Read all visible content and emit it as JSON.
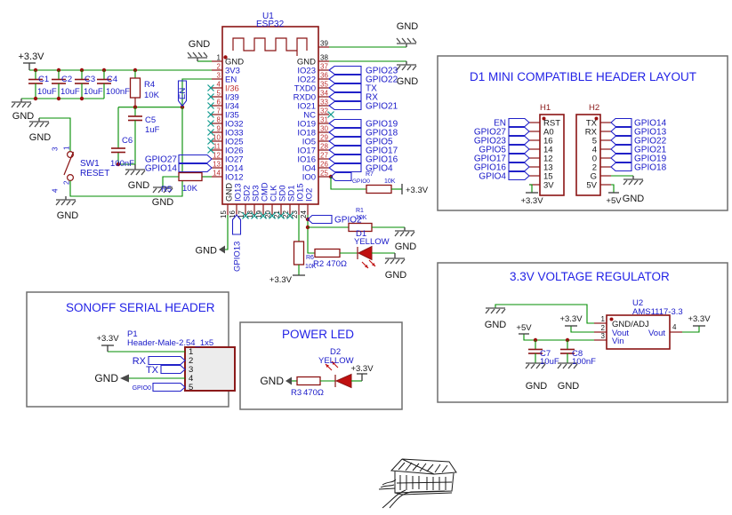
{
  "power": {
    "v33": "+3.3V",
    "v5": "+5V",
    "gnd": "GND"
  },
  "chip": {
    "ref": "U1",
    "value": "ESP32",
    "left": [
      [
        "1",
        "GND"
      ],
      [
        "2",
        "3V3"
      ],
      [
        "3",
        "EN"
      ],
      [
        "4",
        "I/36"
      ],
      [
        "5",
        "I/39"
      ],
      [
        "6",
        "I/34"
      ],
      [
        "7",
        "I/35"
      ],
      [
        "8",
        "IO32"
      ],
      [
        "9",
        "IO33"
      ],
      [
        "10",
        "IO25"
      ],
      [
        "11",
        "IO26"
      ],
      [
        "12",
        "IO27"
      ],
      [
        "13",
        "IO14"
      ],
      [
        "14",
        "IO12"
      ]
    ],
    "right": [
      [
        "39",
        ""
      ],
      [
        "38",
        "GND"
      ],
      [
        "37",
        "IO23"
      ],
      [
        "36",
        "IO22"
      ],
      [
        "35",
        "TXD0"
      ],
      [
        "34",
        "RXD0"
      ],
      [
        "33",
        "IO21"
      ],
      [
        "32",
        "NC"
      ],
      [
        "31",
        "IO19"
      ],
      [
        "30",
        "IO18"
      ],
      [
        "29",
        "IO5"
      ],
      [
        "28",
        "IO17"
      ],
      [
        "27",
        "IO16"
      ],
      [
        "26",
        "IO4"
      ],
      [
        "25",
        "IO0"
      ]
    ],
    "bottom": [
      [
        "15",
        "GND"
      ],
      [
        "16",
        "IO13"
      ],
      [
        "17",
        "SD2"
      ],
      [
        "18",
        "SD3"
      ],
      [
        "19",
        "CMD"
      ],
      [
        "20",
        "CLK"
      ],
      [
        "21",
        "SD0"
      ],
      [
        "22",
        "SD1"
      ],
      [
        "23",
        "IO15"
      ],
      [
        "24",
        "IO2"
      ]
    ]
  },
  "flags": {
    "en": "EN",
    "gpio27": "GPIO27",
    "gpio14": "GPIO14",
    "gpio13": "GPIO13",
    "gpio2": "GPIO2",
    "gpio0": "GPIO0",
    "right": [
      "GPIO23",
      "GPIO22",
      "TX",
      "RX",
      "GPIO21",
      "GPIO19",
      "GPIO18",
      "GPIO5",
      "GPIO17",
      "GPIO16",
      "GPIO4"
    ]
  },
  "parts": {
    "r1": [
      "R1",
      "10K"
    ],
    "r2": [
      "R2",
      "470Ω"
    ],
    "r3": [
      "R3",
      "470Ω"
    ],
    "r4": [
      "R4",
      "10K"
    ],
    "r5": [
      "R5",
      "10K"
    ],
    "r6": [
      "R6",
      "10K"
    ],
    "r7": [
      "R7",
      "10K"
    ],
    "c1": [
      "C1",
      "10uF"
    ],
    "c2": [
      "C2",
      "10uF"
    ],
    "c3": [
      "C3",
      "10uF"
    ],
    "c4": [
      "C4",
      "100nF"
    ],
    "c5": [
      "C5",
      "1uF"
    ],
    "c6": [
      "C6",
      "100nF"
    ],
    "c7": [
      "C7",
      "10uF"
    ],
    "c8": [
      "C8",
      "100nF"
    ],
    "sw1": [
      "SW1",
      "RESET"
    ],
    "sw1_pins": [
      "1",
      "2",
      "3",
      "4"
    ],
    "d1": [
      "D1",
      "YELLOW"
    ],
    "d2": [
      "D2",
      "YELLOW"
    ],
    "u2": [
      "U2",
      "AMS1117-3.3"
    ],
    "p1": [
      "P1",
      "Header-Male-2.54_1x5"
    ]
  },
  "d1mini": {
    "title": "D1 MINI COMPATIBLE HEADER LAYOUT",
    "h1": "H1",
    "h2": "H2",
    "h1_pins": [
      "RST",
      "A0",
      "16",
      "14",
      "12",
      "13",
      "15",
      "3V"
    ],
    "h1_flags": [
      "EN",
      "GPIO27",
      "GPIO23",
      "GPIO5",
      "GPIO17",
      "GPIO16",
      "GPIO4"
    ],
    "h2_pins": [
      "TX",
      "RX",
      "5",
      "4",
      "0",
      "2",
      "G",
      "5V"
    ],
    "h2_flags": [
      "GPIO14",
      "GPIO13",
      "GPIO22",
      "GPIO21",
      "GPIO19",
      "GPIO18"
    ]
  },
  "vreg": {
    "title": "3.3V VOLTAGE REGULATOR",
    "pin_names": {
      "p1": "GND/ADJ",
      "p2": "Vout",
      "p3": "Vin",
      "p4": "Vout"
    },
    "nums": [
      "1",
      "2",
      "3",
      "4"
    ]
  },
  "sonoff": {
    "title": "SONOFF SERIAL HEADER",
    "pins": [
      "1",
      "2",
      "3",
      "4",
      "5"
    ],
    "rx": "RX",
    "tx": "TX",
    "gpio0": "GPIO0"
  },
  "powerled": {
    "title": "POWER LED"
  },
  "colors": {
    "wire": "#008c00",
    "symbol": "#8b1414",
    "label": "#1818c8",
    "title": "#2222e6",
    "pin_number": "#c03030"
  }
}
